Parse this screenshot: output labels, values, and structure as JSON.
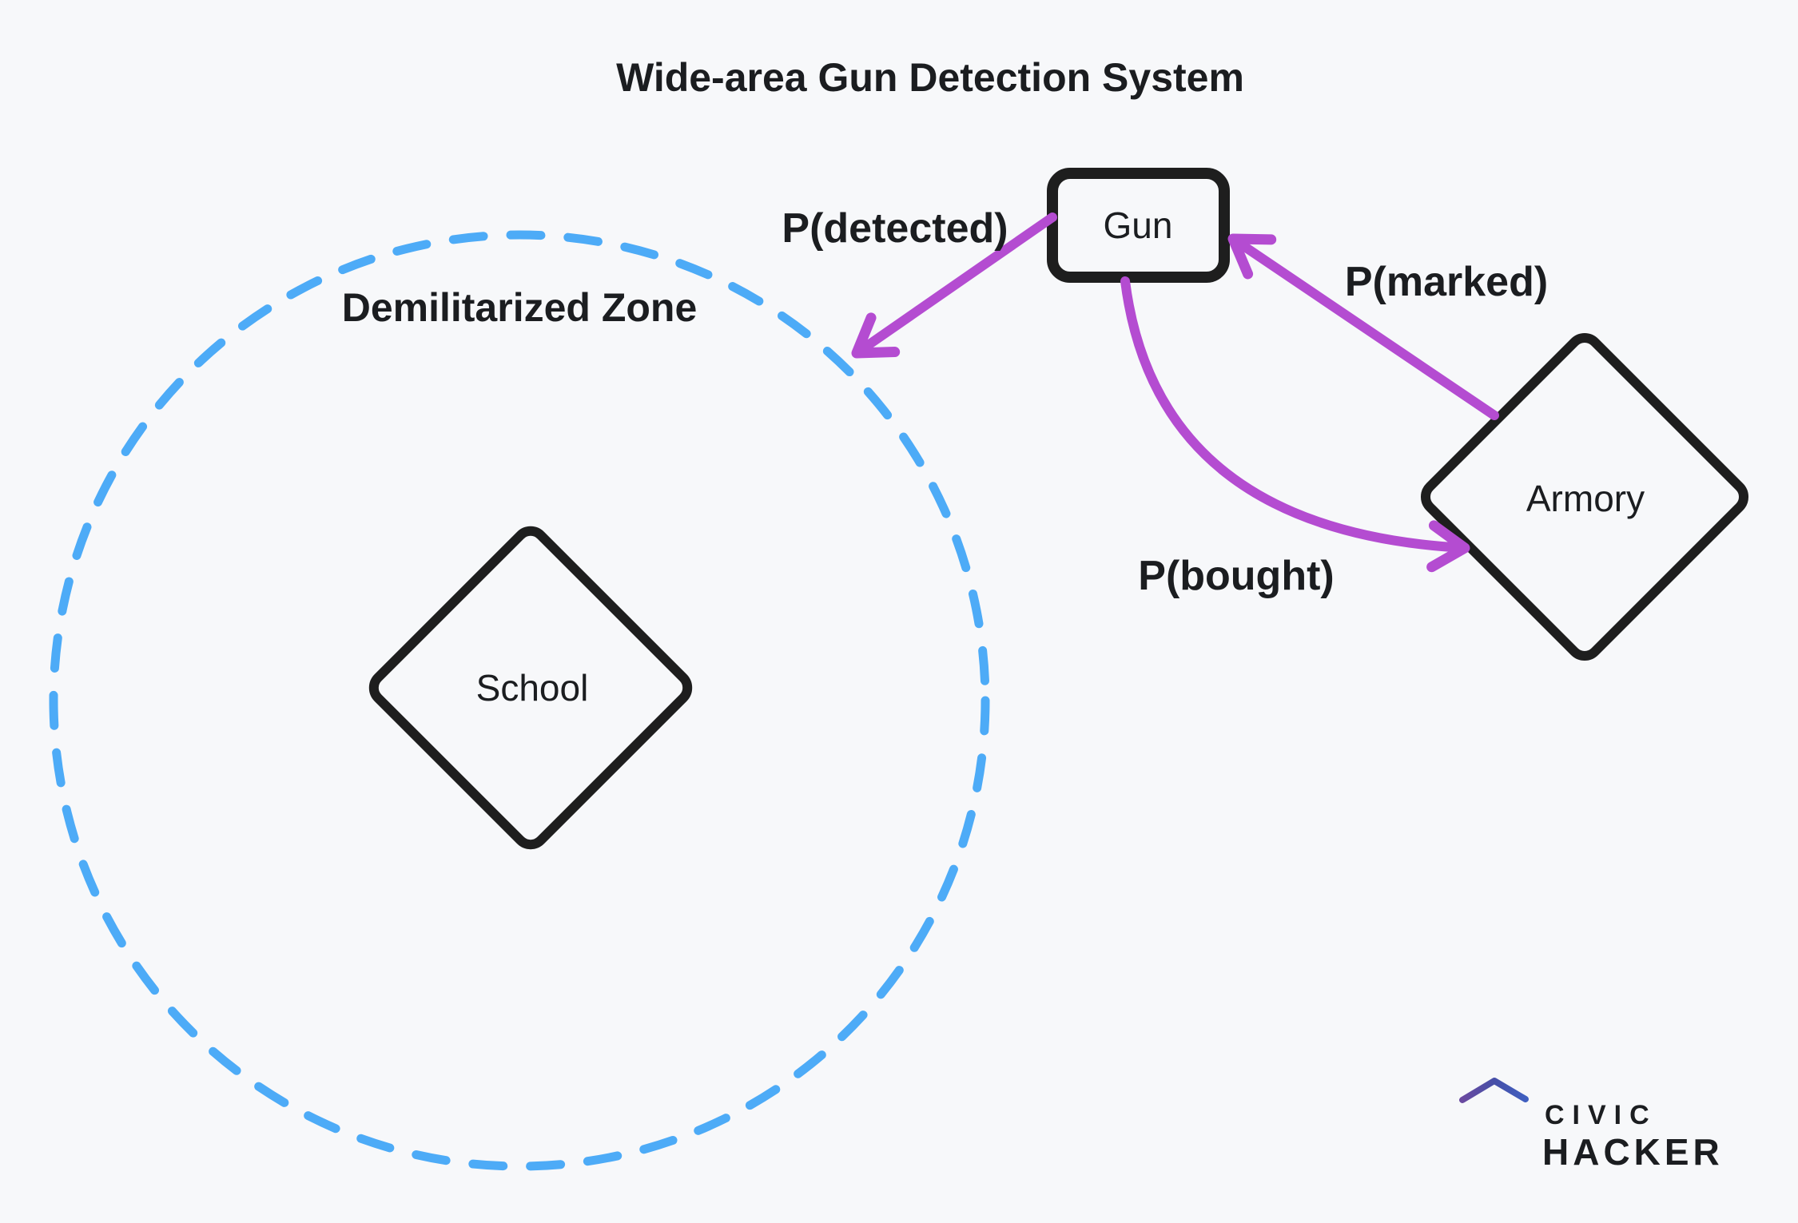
{
  "title": "Wide-area Gun Detection System",
  "colors": {
    "background": "#f7f8fa",
    "ink": "#1e1e1e",
    "arrow": "#b44cd1",
    "zone_stroke": "#4dabf7",
    "logo_civic_blue": "#2b87e3",
    "logo_hacker_red": "#ee3a5c"
  },
  "zone": {
    "label": "Demilitarized Zone"
  },
  "nodes": {
    "gun": {
      "label": "Gun"
    },
    "school": {
      "label": "School"
    },
    "armory": {
      "label": "Armory"
    }
  },
  "edges": {
    "detected": {
      "label": "P(detected)"
    },
    "marked": {
      "label": "P(marked)"
    },
    "bought": {
      "label": "P(bought)"
    }
  },
  "logo": {
    "civic": "CIVIC",
    "hacker": "HACKER"
  }
}
